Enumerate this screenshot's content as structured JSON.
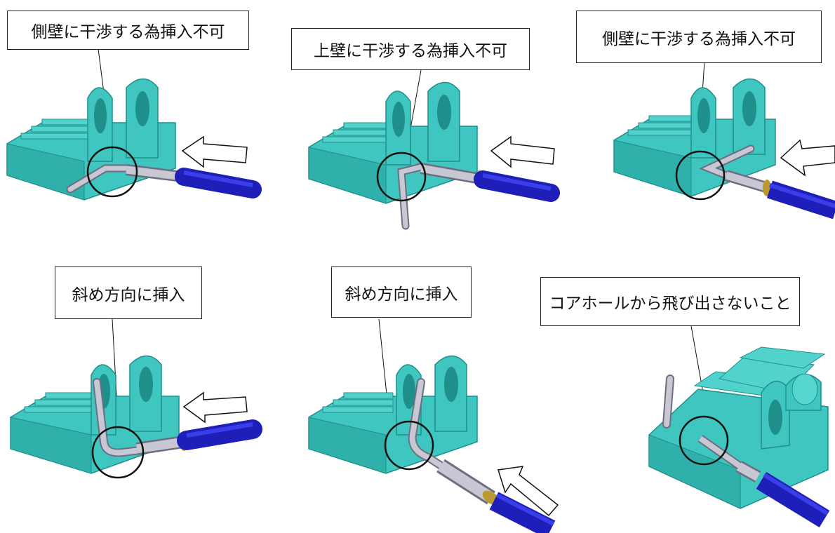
{
  "colors": {
    "body": "#3fc6c0",
    "body_dark": "#1f8f8b",
    "body_light": "#7fe6e0",
    "pin": "#c8c8d4",
    "pin_dark": "#6e6e80",
    "cable": "#1d1fb8",
    "cable_light": "#3a3ee8",
    "brass": "#b89b2c"
  },
  "panels": [
    {
      "label": "側壁に干渉する為挿入不可",
      "icon": "arrow-left-icon"
    },
    {
      "label": "上壁に干渉する為挿入不可",
      "icon": "arrow-left-icon"
    },
    {
      "label": "側壁に干渉する為挿入不可",
      "icon": "arrow-left-icon"
    },
    {
      "label": "斜め方向に挿入",
      "icon": "arrow-left-icon"
    },
    {
      "label": "斜め方向に挿入",
      "icon": "arrow-up-left-icon"
    },
    {
      "label": "コアホールから飛び出さないこと",
      "icon": ""
    }
  ]
}
